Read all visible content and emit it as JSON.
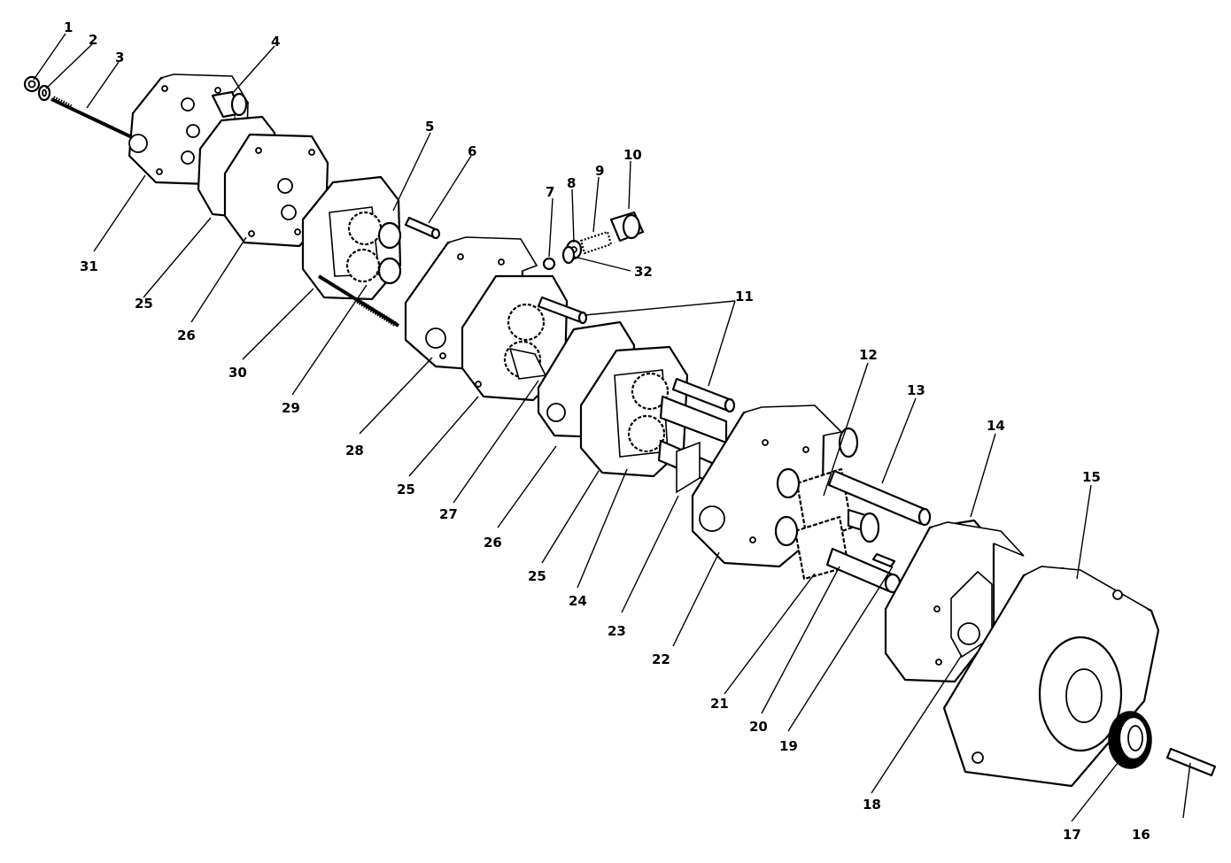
{
  "callouts": [
    {
      "id": "1",
      "label": "1"
    },
    {
      "id": "2",
      "label": "2"
    },
    {
      "id": "3",
      "label": "3"
    },
    {
      "id": "4",
      "label": "4"
    },
    {
      "id": "5",
      "label": "5"
    },
    {
      "id": "6",
      "label": "6"
    },
    {
      "id": "7",
      "label": "7"
    },
    {
      "id": "8",
      "label": "8"
    },
    {
      "id": "9",
      "label": "9"
    },
    {
      "id": "10",
      "label": "10"
    },
    {
      "id": "11",
      "label": "11"
    },
    {
      "id": "12",
      "label": "12"
    },
    {
      "id": "13",
      "label": "13"
    },
    {
      "id": "14",
      "label": "14"
    },
    {
      "id": "15",
      "label": "15"
    },
    {
      "id": "16",
      "label": "16"
    },
    {
      "id": "17",
      "label": "17"
    },
    {
      "id": "18",
      "label": "18"
    },
    {
      "id": "19",
      "label": "19"
    },
    {
      "id": "20",
      "label": "20"
    },
    {
      "id": "21",
      "label": "21"
    },
    {
      "id": "22",
      "label": "22"
    },
    {
      "id": "23",
      "label": "23"
    },
    {
      "id": "24",
      "label": "24"
    },
    {
      "id": "25a",
      "label": "25"
    },
    {
      "id": "26a",
      "label": "26"
    },
    {
      "id": "25b",
      "label": "25"
    },
    {
      "id": "26b",
      "label": "26"
    },
    {
      "id": "25c",
      "label": "25"
    },
    {
      "id": "27",
      "label": "27"
    },
    {
      "id": "28",
      "label": "28"
    },
    {
      "id": "29",
      "label": "29"
    },
    {
      "id": "30",
      "label": "30"
    },
    {
      "id": "31",
      "label": "31"
    },
    {
      "id": "32",
      "label": "32"
    }
  ]
}
